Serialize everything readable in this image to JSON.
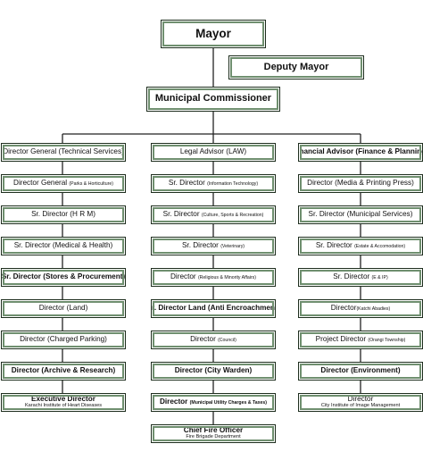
{
  "top": {
    "mayor": "Mayor",
    "deputy_mayor": "Deputy Mayor",
    "municipal_commissioner": "Municipal Commissioner"
  },
  "left": [
    {
      "main": "Director General (Technical Services)",
      "small": "",
      "suffix": "",
      "bold": false
    },
    {
      "main": "Director General ",
      "small": "(Parks & Horticulture)",
      "suffix": "",
      "bold": false
    },
    {
      "main": "Sr. Director (H R M)",
      "small": "",
      "suffix": "",
      "bold": false
    },
    {
      "main": "Sr. Director (Medical & Health)",
      "small": "",
      "suffix": "",
      "bold": false
    },
    {
      "main": "Sr. Director (Stores & Procurement)",
      "small": "",
      "suffix": "",
      "bold": true
    },
    {
      "main": "Director (Land)",
      "small": "",
      "suffix": "",
      "bold": false
    },
    {
      "main": "Director (Charged Parking)",
      "small": "",
      "suffix": "",
      "bold": false
    },
    {
      "main": "Director (Archive & Research)",
      "small": "",
      "suffix": "",
      "bold": true
    },
    {
      "main": "Executive Director",
      "sub": "Karachi Institute of Heart Diseases",
      "bold": true
    }
  ],
  "middle": [
    {
      "main": "Legal Advisor (LAW)",
      "small": "",
      "suffix": "",
      "bold": false
    },
    {
      "main": "Sr. Director ",
      "small": "(Information Technology)",
      "suffix": "",
      "bold": false
    },
    {
      "main": "Sr. Director ",
      "small": "(Culture, Sports & Recreation)",
      "suffix": "",
      "bold": false
    },
    {
      "main": "Sr. Director ",
      "small": "(Veterinary)",
      "suffix": "",
      "bold": false
    },
    {
      "main": "Director ",
      "small": "(Religious & Minority Affairs)",
      "suffix": "",
      "bold": false
    },
    {
      "main": "Sr. Director Land (Anti Encroachment)",
      "small": "",
      "suffix": "",
      "bold": true
    },
    {
      "main": "Director ",
      "small": "(Council)",
      "suffix": "",
      "bold": false
    },
    {
      "main": "Director (City Warden)",
      "small": "",
      "suffix": "",
      "bold": true
    },
    {
      "main": "Director ",
      "small": "(Municipal Utility Charges & Taxes)",
      "suffix": "",
      "bold": true
    },
    {
      "main": "Chief Fire Officer",
      "sub": "Fire Brigade Department",
      "bold": true
    }
  ],
  "right": [
    {
      "main": "Financial Advisor (Finance & Planning)",
      "small": "",
      "suffix": "",
      "bold": true
    },
    {
      "main": "Director (Media & Printing Press)",
      "small": "",
      "suffix": "",
      "bold": false
    },
    {
      "main": "Sr. Director (Municipal Services)",
      "small": "",
      "suffix": "",
      "bold": false
    },
    {
      "main": "Sr. Director ",
      "small": "(Estate & Accomodation)",
      "suffix": "",
      "bold": false
    },
    {
      "main": "Sr. Director ",
      "small": "(E & IP)",
      "suffix": "",
      "bold": false
    },
    {
      "main": "Director",
      "small": "(Katchi Abadies)",
      "suffix": "",
      "bold": false
    },
    {
      "main": "Project Director ",
      "small": "(Orangi Township)",
      "suffix": "",
      "bold": false
    },
    {
      "main": "Director (Environment)",
      "small": "",
      "suffix": "",
      "bold": true
    },
    {
      "main": "Director",
      "sub": "City Institute of Image Management",
      "bold": false
    }
  ]
}
